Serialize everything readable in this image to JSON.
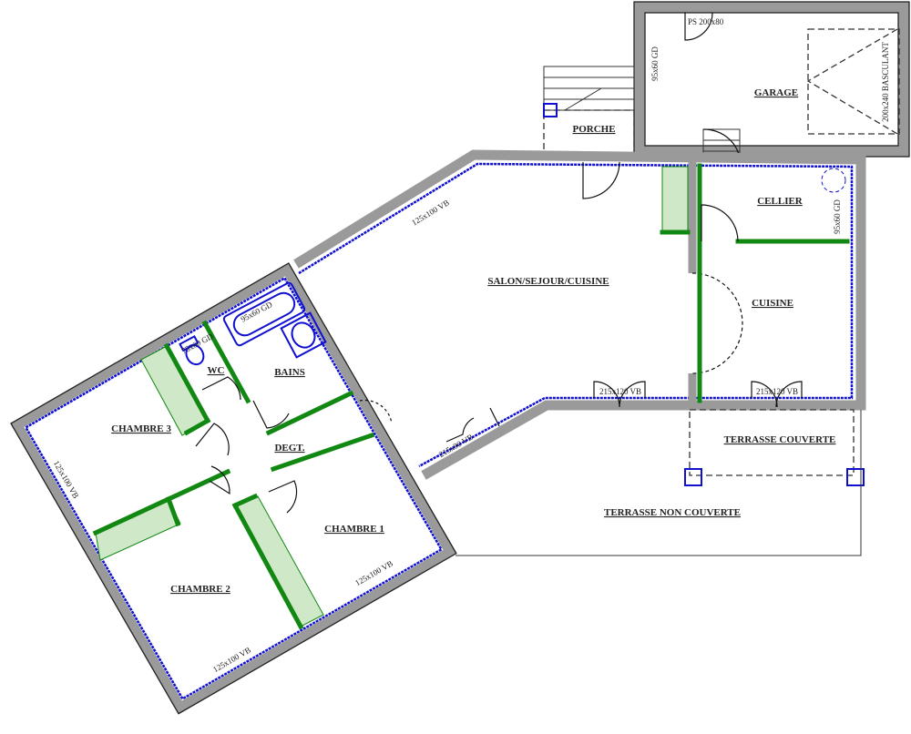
{
  "rooms": {
    "garage": "GARAGE",
    "porche": "PORCHE",
    "cellier": "CELLIER",
    "salon": "SALON/SEJOUR/CUISINE",
    "cuisine": "CUISINE",
    "wc": "WC",
    "bains": "BAINS",
    "degt": "DEGT.",
    "chambre3": "CHAMBRE 3",
    "chambre2": "CHAMBRE 2",
    "chambre1": "CHAMBRE 1",
    "terrasse_couverte": "TERRASSE COUVERTE",
    "terrasse_non_couverte": "TERRASSE NON COUVERTE"
  },
  "openings": {
    "garage_door": "PS 200x80",
    "garage_window": "95x60 GD",
    "garage_basculant": "200x240 BASCULANT",
    "cellier_window": "95x60 GD",
    "salon_window": "125x100 VB",
    "bains_window": "95x60 GD",
    "wc_window": "75x60 GD",
    "salon_bay_1": "215x120 VB",
    "cuisine_bay": "215x120 VB",
    "salon_bay_2": "215x90 VB",
    "chambre3_window": "125x100 VB",
    "chambre1_window": "125x100 VB",
    "chambre2_window": "125x100 VB"
  },
  "colors": {
    "wall": "#9a9a9a",
    "insulation": "#1010d0",
    "partition": "#118811"
  }
}
